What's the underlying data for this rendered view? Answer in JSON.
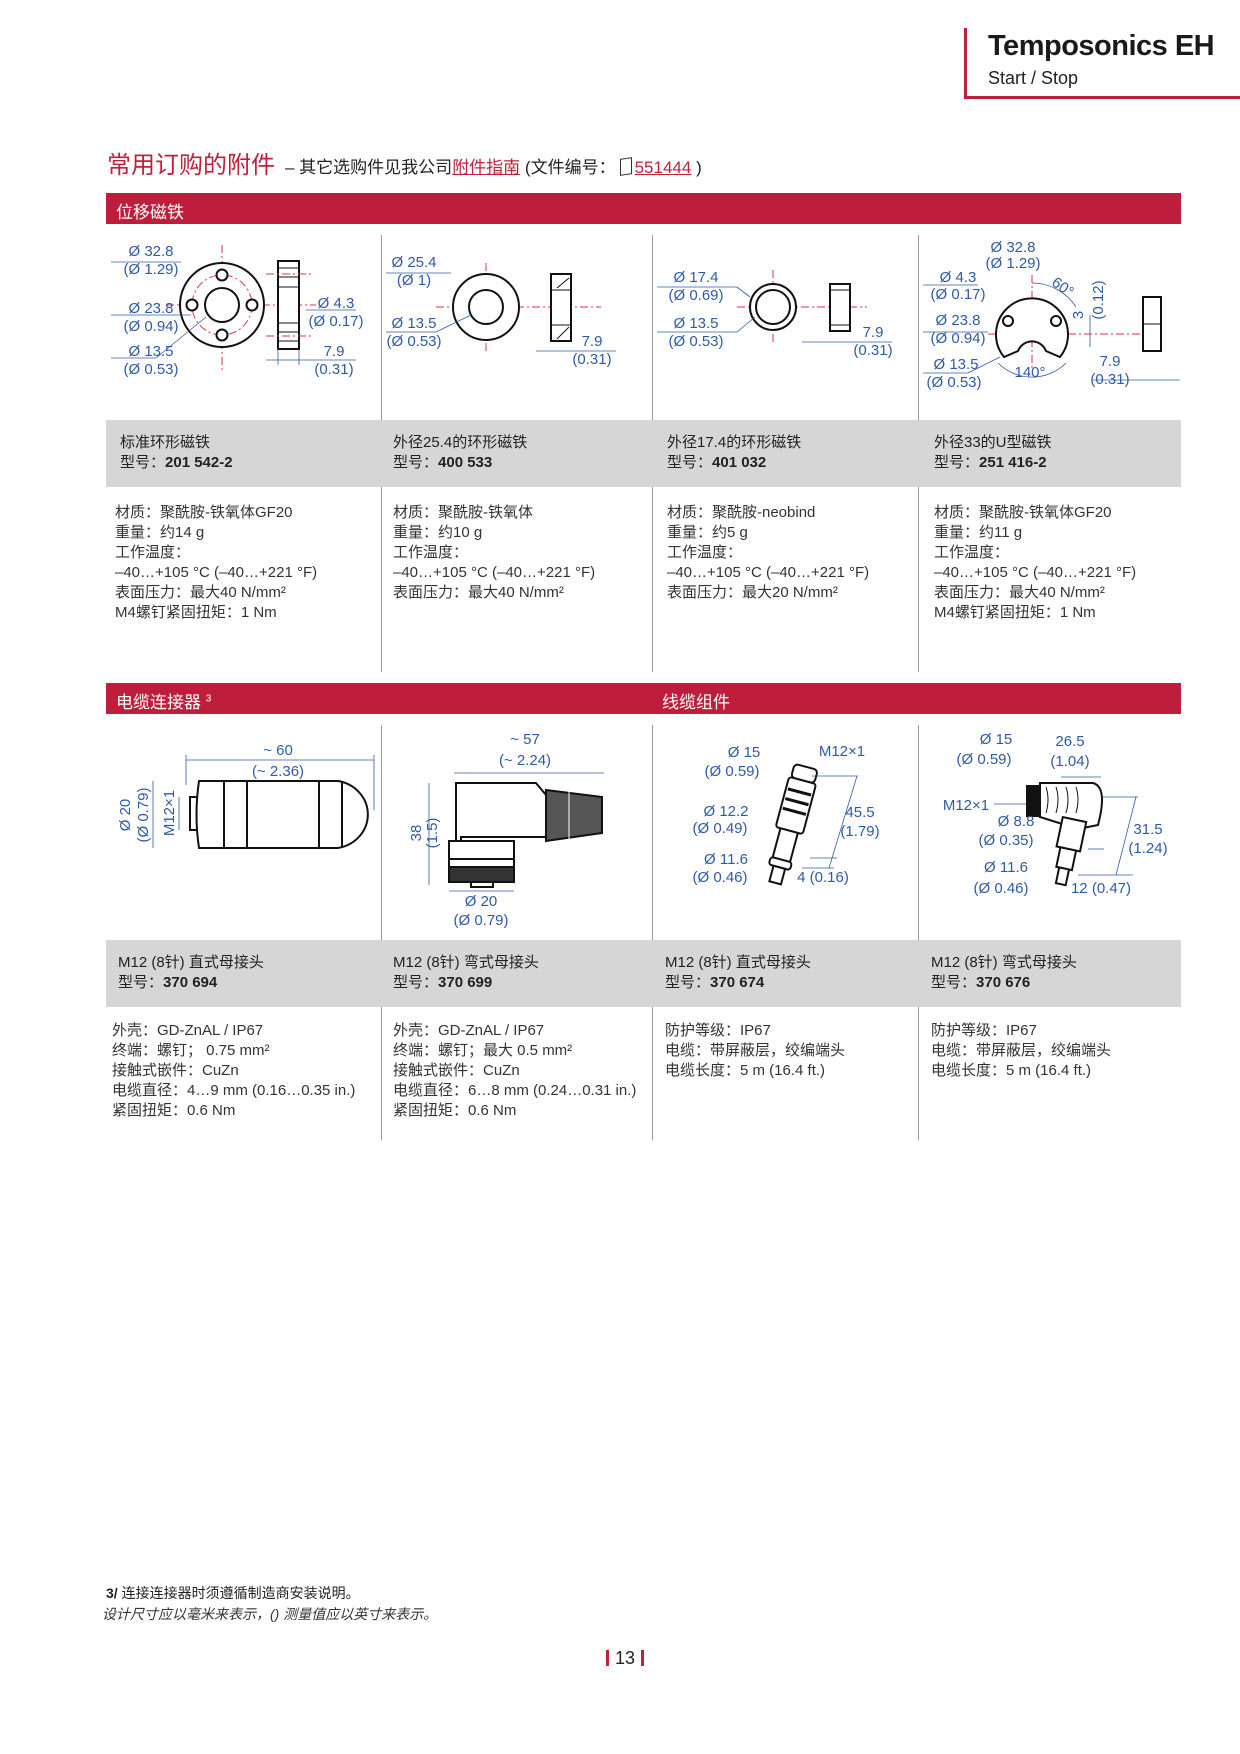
{
  "header": {
    "title": "Temposonics EH",
    "subtitle": "Start / Stop"
  },
  "heading": {
    "title": "常用订购的附件",
    "dash_text": "– 其它选购件见我公司",
    "link_text": "附件指南",
    "doc_prefix": "(文件编号：",
    "doc_icon": "document-icon",
    "doc_number": "551444",
    "doc_suffix": ")"
  },
  "colors": {
    "brand_red": "#be1e3c",
    "dimension_blue": "#2f5aa8",
    "gray_band": "#d6d6d6"
  },
  "section1": {
    "label": "位移磁铁",
    "items": [
      {
        "name": "标准环形磁铁",
        "model_label": "型号：",
        "model": "201 542-2",
        "dims": [
          "Ø 32.8",
          "(Ø 1.29)",
          "Ø 23.8",
          "(Ø 0.94)",
          "Ø 13.5",
          "(Ø 0.53)",
          "Ø 4.3",
          "(Ø 0.17)",
          "7.9",
          "(0.31)"
        ],
        "specs": [
          "材质：聚酰胺-铁氧体GF20",
          "重量：约14 g",
          "工作温度：",
          "–40…+105 °C (–40…+221 °F)",
          "表面压力：最大40 N/mm²",
          "M4螺钉紧固扭矩：1 Nm"
        ]
      },
      {
        "name": "外径25.4的环形磁铁",
        "model_label": "型号：",
        "model": "400 533",
        "dims": [
          "Ø 25.4",
          "(Ø 1)",
          "Ø 13.5",
          "(Ø 0.53)",
          "7.9",
          "(0.31)"
        ],
        "specs": [
          "材质：聚酰胺-铁氧体",
          "重量：约10 g",
          "工作温度：",
          "–40…+105 °C (–40…+221 °F)",
          "表面压力：最大40 N/mm²"
        ]
      },
      {
        "name": "外径17.4的环形磁铁",
        "model_label": "型号：",
        "model": "401 032",
        "dims": [
          "Ø 17.4",
          "(Ø 0.69)",
          "Ø 13.5",
          "(Ø 0.53)",
          "7.9",
          "(0.31)"
        ],
        "specs": [
          "材质：聚酰胺-neobind",
          "重量：约5 g",
          "工作温度：",
          "–40…+105 °C (–40…+221 °F)",
          "表面压力：最大20 N/mm²"
        ]
      },
      {
        "name": "外径33的U型磁铁",
        "model_label": "型号：",
        "model": "251 416-2",
        "dims": [
          "Ø 32.8",
          "(Ø 1.29)",
          "Ø 4.3",
          "(Ø 0.17)",
          "Ø 23.8",
          "(Ø 0.94)",
          "Ø 13.5",
          "(Ø 0.53)",
          "60°",
          "140°",
          "3",
          "(0.12)",
          "7.9",
          "(0.31)"
        ],
        "specs": [
          "材质：聚酰胺-铁氧体GF20",
          "重量：约11 g",
          "工作温度：",
          "–40…+105 °C (–40…+221 °F)",
          "表面压力：最大40 N/mm²",
          "M4螺钉紧固扭矩：1 Nm"
        ]
      }
    ]
  },
  "section2": {
    "label": "电缆连接器",
    "footnote_ref": "3",
    "label_right": "线缆组件",
    "items": [
      {
        "name": "M12 (8针) 直式母接头",
        "model_label": "型号：",
        "model": "370 694",
        "dims": [
          "~ 60",
          "(~ 2.36)",
          "Ø 20",
          "(Ø 0.79)",
          "M12×1"
        ],
        "specs": [
          "外壳：GD-ZnAL / IP67",
          "终端：螺钉； 0.75 mm²",
          "接触式嵌件：CuZn",
          "电缆直径：4…9 mm (0.16…0.35 in.)",
          "紧固扭矩：0.6 Nm"
        ]
      },
      {
        "name": "M12 (8针) 弯式母接头",
        "model_label": "型号：",
        "model": "370 699",
        "dims": [
          "~ 57",
          "(~ 2.24)",
          "38",
          "(1.5)",
          "Ø 20",
          "(Ø 0.79)"
        ],
        "specs": [
          "外壳：GD-ZnAL / IP67",
          "终端：螺钉；最大 0.5 mm²",
          "接触式嵌件：CuZn",
          "电缆直径：6…8 mm (0.24…0.31 in.)",
          "紧固扭矩：0.6 Nm"
        ]
      },
      {
        "name": "M12 (8针) 直式母接头",
        "model_label": "型号：",
        "model": "370 674",
        "dims": [
          "Ø 15",
          "(Ø 0.59)",
          "M12×1",
          "Ø 12.2",
          "(Ø 0.49)",
          "Ø 11.6",
          "(Ø 0.46)",
          "45.5",
          "(1.79)",
          "4 (0.16)"
        ],
        "specs": [
          "防护等级：IP67",
          "电缆：带屏蔽层，绞编端头",
          "电缆长度：5 m (16.4 ft.)"
        ]
      },
      {
        "name": "M12 (8针) 弯式母接头",
        "model_label": "型号：",
        "model": "370 676",
        "dims": [
          "Ø 15",
          "(Ø 0.59)",
          "26.5",
          "(1.04)",
          "M12×1",
          "Ø 8.8",
          "(Ø 0.35)",
          "Ø 11.6",
          "(Ø 0.46)",
          "31.5",
          "(1.24)",
          "12 (0.47)"
        ],
        "specs": [
          "防护等级：IP67",
          "电缆：带屏蔽层，绞编端头",
          "电缆长度：5 m (16.4 ft.)"
        ]
      }
    ]
  },
  "footer": {
    "note_num": "3/",
    "note": "连接连接器时须遵循制造商安装说明。",
    "units_note": "设计尺寸应以毫米来表示，() 测量值应以英寸来表示。",
    "page_number": "13"
  }
}
